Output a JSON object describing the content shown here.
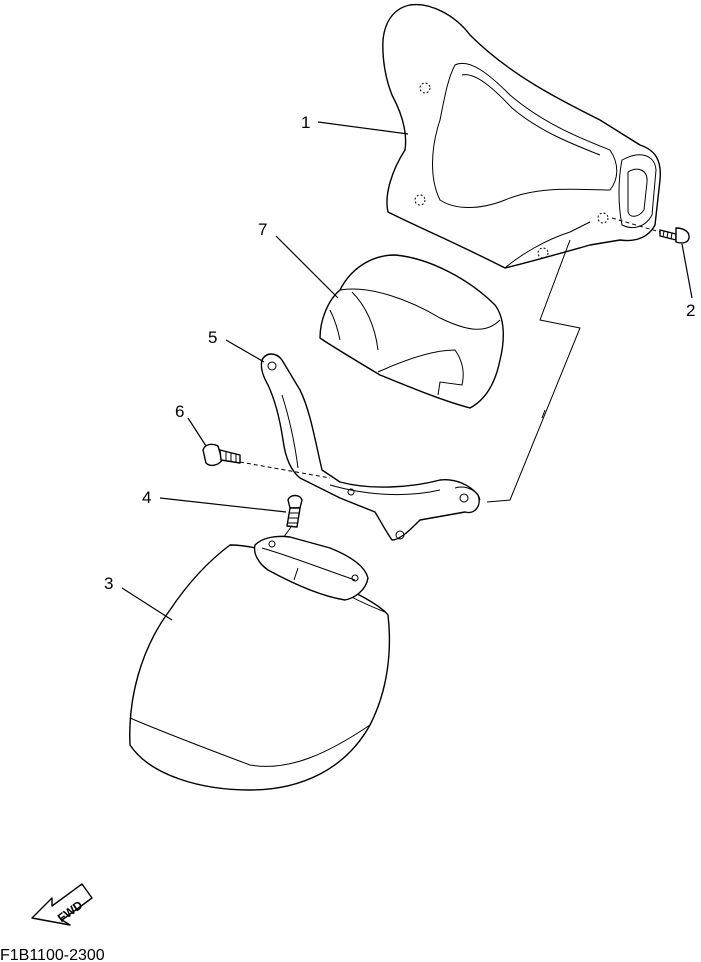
{
  "diagram": {
    "code": "F1B1100-2300",
    "fwd_label": "FWD",
    "callouts": [
      {
        "id": "1",
        "label": "1"
      },
      {
        "id": "2",
        "label": "2"
      },
      {
        "id": "3",
        "label": "3"
      },
      {
        "id": "4",
        "label": "4"
      },
      {
        "id": "5",
        "label": "5"
      },
      {
        "id": "6",
        "label": "6"
      },
      {
        "id": "7",
        "label": "7"
      }
    ]
  }
}
